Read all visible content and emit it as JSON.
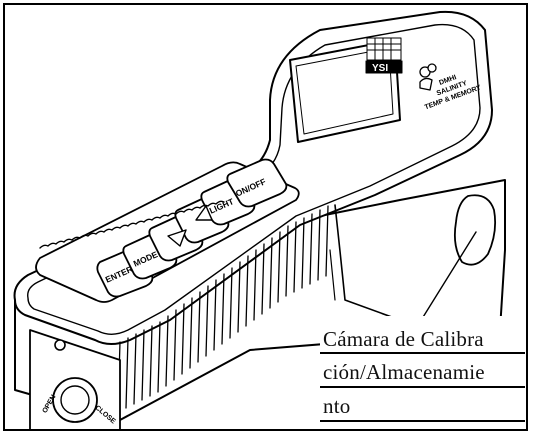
{
  "keys": {
    "on_off": "ON/OFF",
    "light": "LIGHT",
    "mode": "MODE",
    "enter": "ENTER"
  },
  "logo": "YSI",
  "screen_labels": {
    "line1": "DMHI",
    "line2": "SALINITY",
    "line3": "TEMP & MEMORY"
  },
  "port_labels": {
    "open": "OPEN",
    "close": "CLOSE"
  },
  "callout": {
    "line1": "Cámara de Calibra",
    "line2": "ción/Almacenamie",
    "line3": "nto"
  },
  "icons": {
    "up": "up-triangle-icon",
    "down": "down-triangle-icon"
  }
}
